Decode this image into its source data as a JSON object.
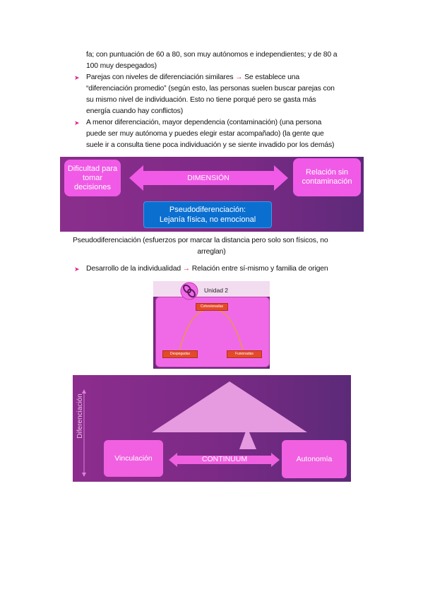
{
  "paragraphs": {
    "cont_line1": "fa; con puntuación de 60 a 80, son muy autónomos e independientes; y de 80 a",
    "cont_line2": "100 muy despegados)",
    "b1_line1_pre": "Parejas con niveles de diferenciación similares",
    "b1_arrow": "→",
    "b1_line1_post": "Se establece una",
    "b1_line2": "“diferenciación promedio” (según esto, las personas suelen buscar parejas con",
    "b1_line3": "su mismo nivel de individuación. Esto no tiene porqué pero se gasta más",
    "b1_line4": "energía cuando hay conflictos)",
    "b2_line1": "A menor diferenciación, mayor dependencia (contaminación) (una persona",
    "b2_line2": "puede ser muy autónoma y puedes elegir estar acompañado) (la gente que",
    "b2_line3": "suele ir a consulta tiene poca individuación y se siente invadido por los demás)",
    "pseudo_line1": "Pseudodiferenciación (esfuerzos por marcar la distancia pero solo son físicos, no",
    "pseudo_line2": "arreglan)",
    "b3_pre": "Desarrollo de la individualidad",
    "b3_arrow": "→",
    "b3_post": "Relación entre sí-mismo y familia de origen"
  },
  "diagram1": {
    "left_box": "Dificultad para tomar decisiones",
    "arrow_label": "DIMENSIÓN",
    "right_box": "Relación sin contaminación",
    "blue_line1": "Pseudodiferenciación:",
    "blue_line2": "Lejanía física, no emocional"
  },
  "diagram2": {
    "title": "Unidad 2",
    "top_label": "Cohesionadas",
    "left_label": "Despegadas",
    "right_label": "Fusionadas"
  },
  "diagram3": {
    "vertical_label": "Diferenciación",
    "left_box": "Vinculación",
    "center_label": "CONTINUUM",
    "right_box": "Autonomía"
  },
  "colors": {
    "bullet": "#e0208a",
    "arrow": "#e8304a",
    "box_pink": "#f05ae6",
    "bg_purple": "#7e2a86",
    "blue": "#0b6fd0"
  }
}
